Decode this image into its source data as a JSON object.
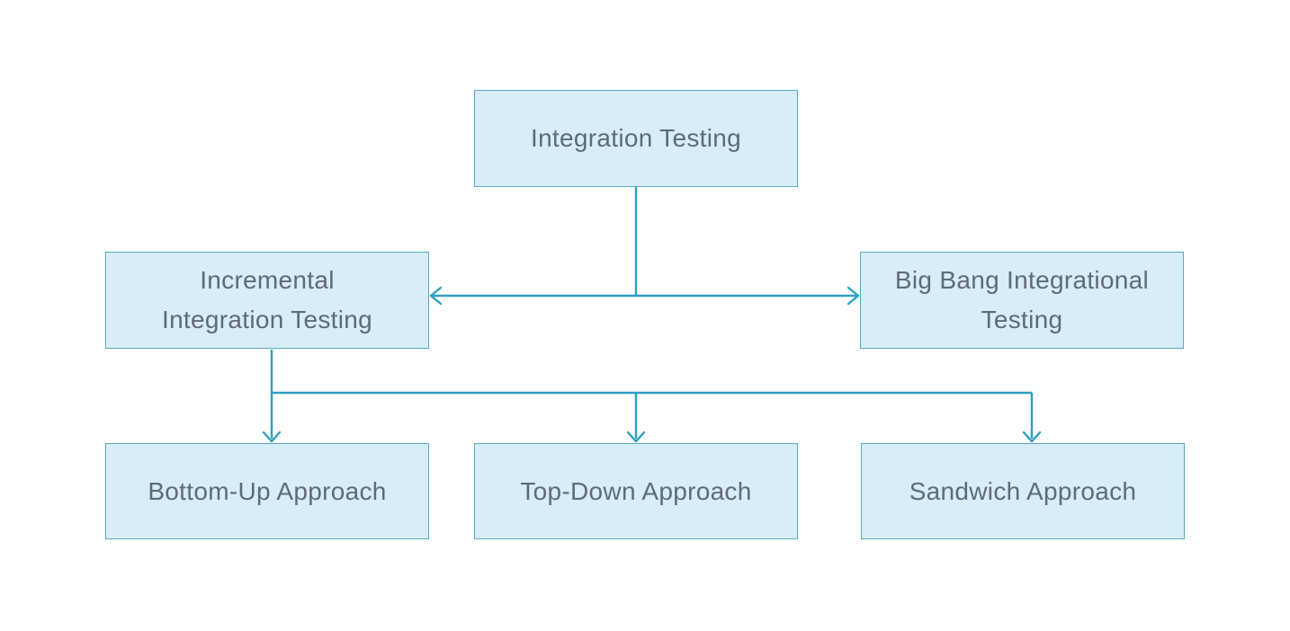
{
  "diagram": {
    "title": "Integration Testing types flowchart",
    "nodes": {
      "root": {
        "label": "Integration Testing"
      },
      "incremental": {
        "label": "Incremental\nIntegration Testing"
      },
      "big_bang": {
        "label": "Big Bang Integrational\nTesting"
      },
      "bottom_up": {
        "label": "Bottom-Up Approach"
      },
      "top_down": {
        "label": "Top-Down Approach"
      },
      "sandwich": {
        "label": "Sandwich Approach"
      }
    },
    "edges": [
      {
        "from": "root",
        "to": "incremental"
      },
      {
        "from": "root",
        "to": "big_bang"
      },
      {
        "from": "incremental",
        "to": "bottom_up"
      },
      {
        "from": "incremental",
        "to": "top_down"
      },
      {
        "from": "incremental",
        "to": "sandwich"
      }
    ],
    "colors": {
      "background": "#ffffff",
      "node_fill": "#d8edf7",
      "node_border": "#58abc3",
      "connector": "#2f9fc0",
      "text": "#5d6b77"
    }
  }
}
